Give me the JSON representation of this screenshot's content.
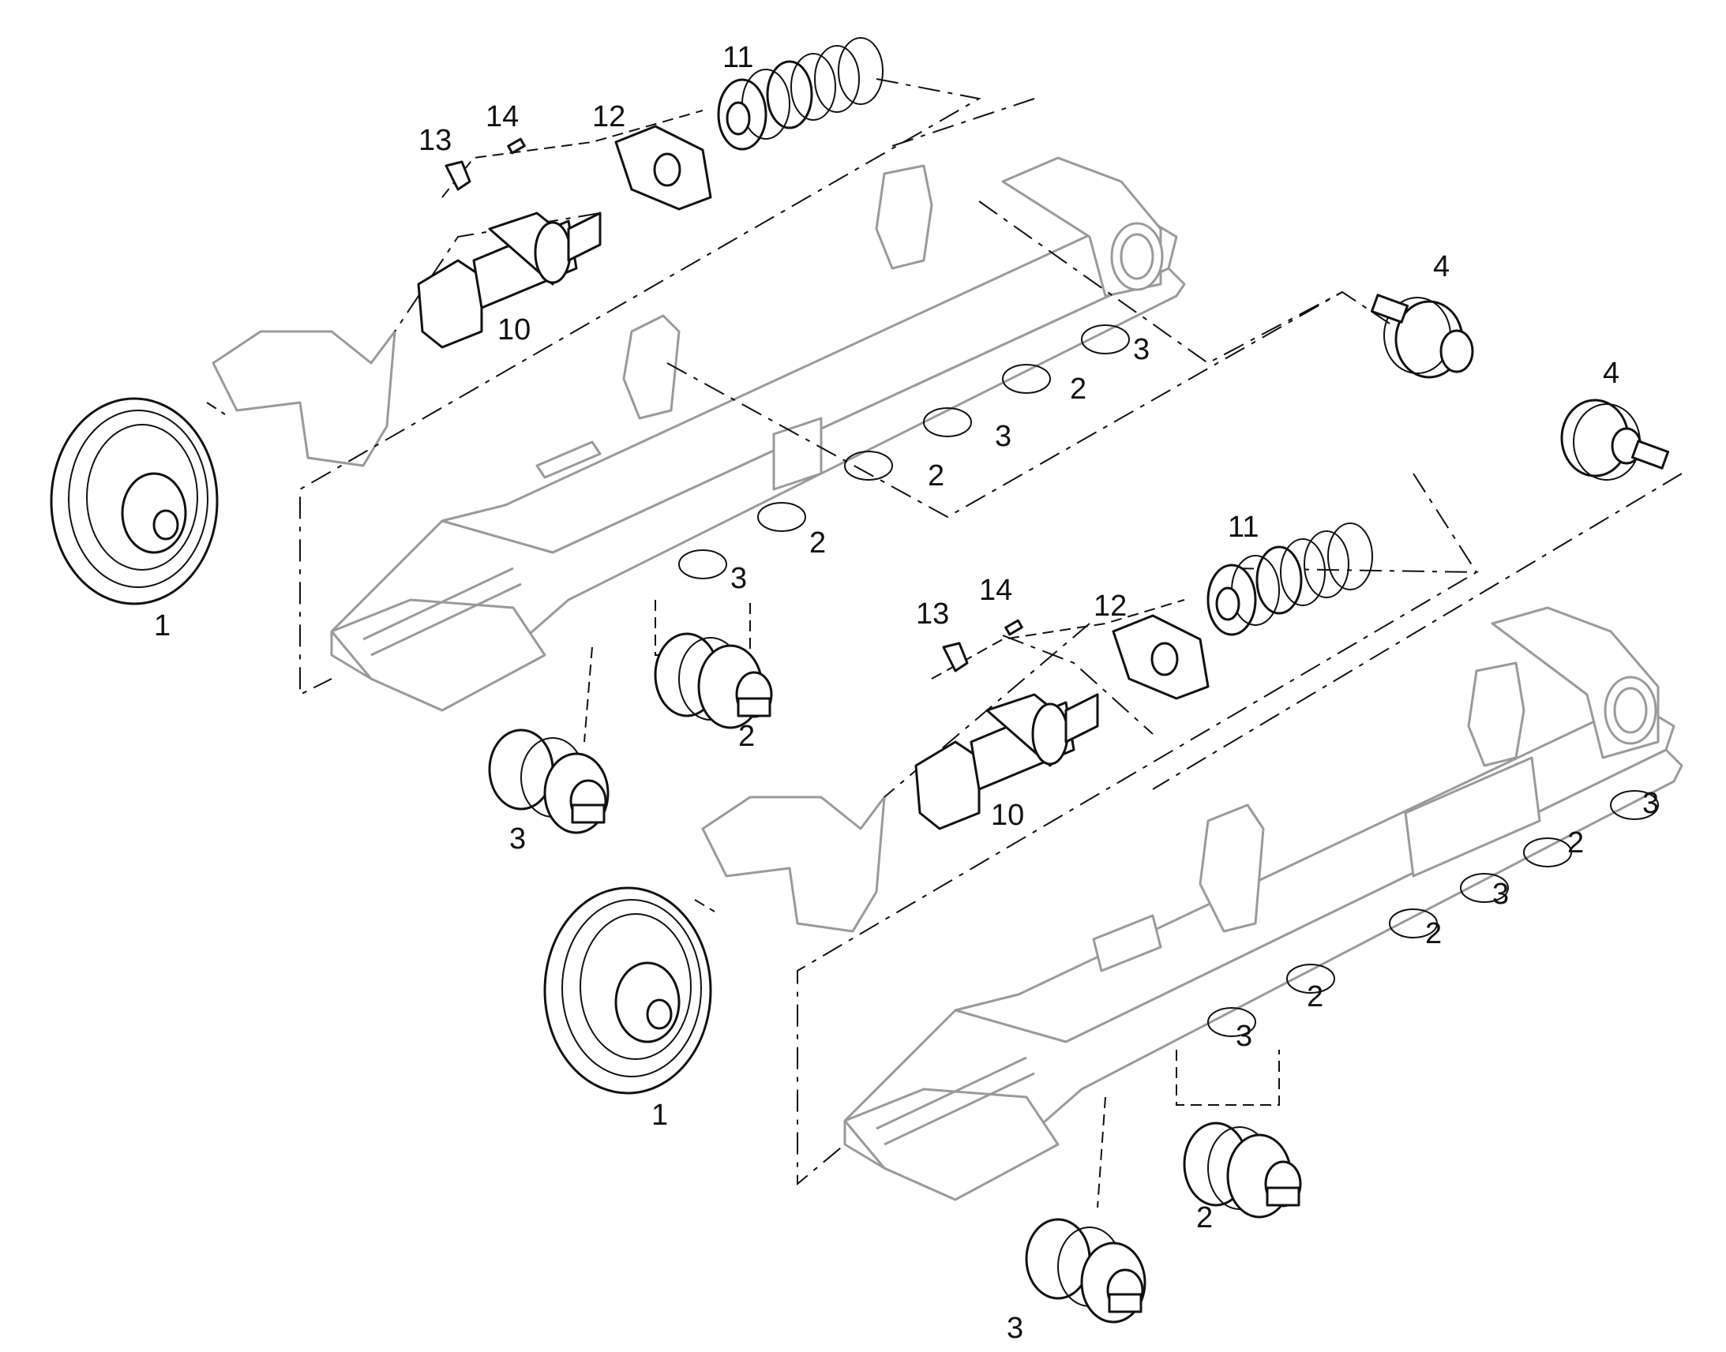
{
  "callouts": {
    "a_idler": "1",
    "a_roller_double_1": "2",
    "a_roller_double_2": "2",
    "a_roller_double_3": "2",
    "a_roller_double_4": "2",
    "a_roller_single_1": "3",
    "a_roller_single_2": "3",
    "a_roller_single_3": "3",
    "a_roller_single_4": "3",
    "a_carrier_roller": "4",
    "a_tensioner": "10",
    "a_spring": "11",
    "a_spring_plate": "12",
    "a_bracket": "13",
    "a_grease_fitting": "14",
    "b_idler": "1",
    "b_roller_double_1": "2",
    "b_roller_double_2": "2",
    "b_roller_double_3": "2",
    "b_roller_double_4": "2",
    "b_roller_single_1": "3",
    "b_roller_single_2": "3",
    "b_roller_single_3": "3",
    "b_roller_single_4": "3",
    "b_carrier_roller": "4",
    "b_tensioner": "10",
    "b_spring": "11",
    "b_spring_plate": "12",
    "b_bracket": "13",
    "b_grease_fitting": "14"
  },
  "colors": {
    "line": "#111111",
    "frame_outline": "#9a9a9a",
    "background": "#ffffff"
  }
}
